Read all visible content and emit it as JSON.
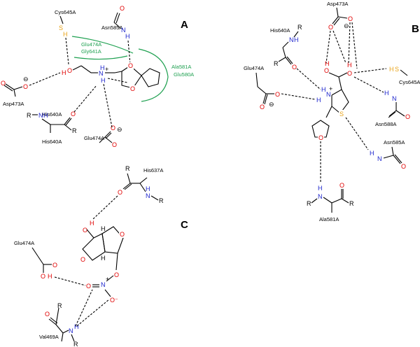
{
  "panels": {
    "A": {
      "label": "A",
      "residues": [
        "Cys645A",
        "Asn585A",
        "Asp473A",
        "His640A",
        "Glu474A"
      ],
      "green_labels": [
        "Glu474A",
        "Gly641A",
        "Ala581A",
        "Glu580A"
      ]
    },
    "B": {
      "label": "B",
      "residues": [
        "Asp473A",
        "His640A",
        "Glu474A",
        "Cys645A",
        "Asn588A",
        "Asn585A",
        "Ala581A"
      ]
    },
    "C": {
      "label": "C",
      "residues": [
        "His637A",
        "Glu474A",
        "Val469A"
      ]
    }
  },
  "atoms": {
    "O": "O",
    "N": "N",
    "H": "H",
    "S": "S",
    "R": "R",
    "minus": "⊖",
    "plus": "+",
    "o_minus": "O⁻"
  },
  "colors": {
    "oxygen": "#e00000",
    "nitrogen": "#1a22cc",
    "sulfur": "#e8a317",
    "hydrophobic": "#1ea050"
  }
}
